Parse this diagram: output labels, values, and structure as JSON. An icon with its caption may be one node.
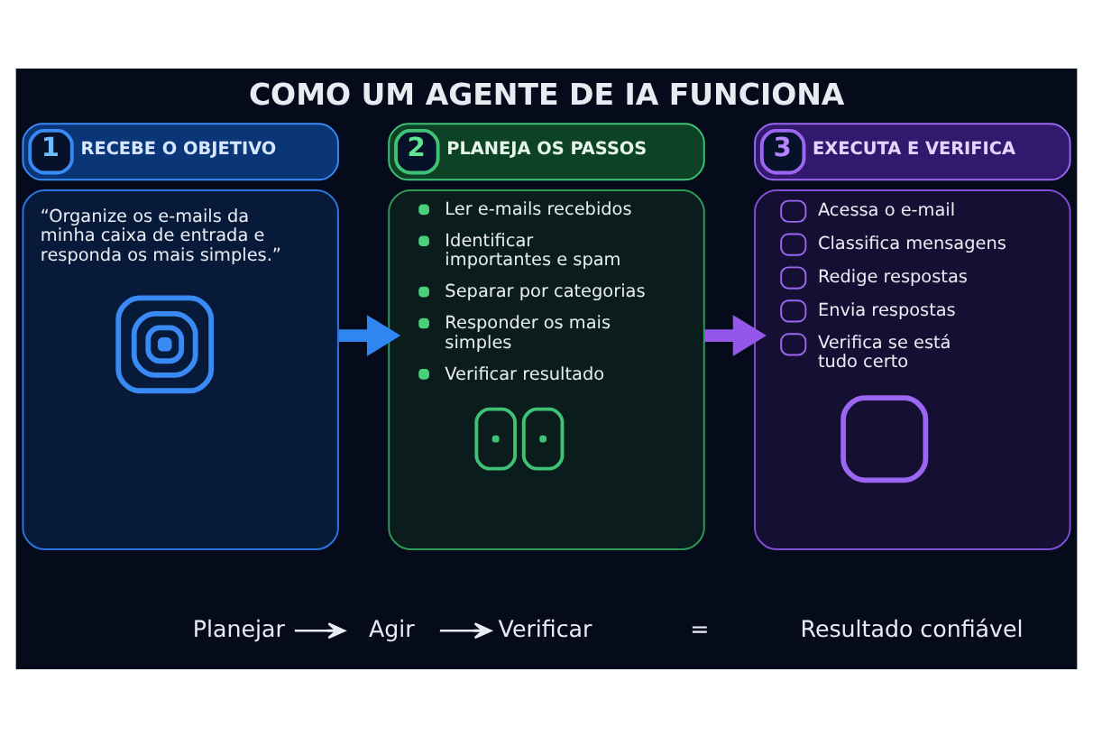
{
  "diagram": {
    "title": "COMO UM AGENTE DE IA FUNCIONA",
    "nodes": [
      {
        "text": [
          "1",
          "RECEBE O OBJETIVO",
          "“Organize os e-mails da minha caixa de entrada e responda os mais simples.”"
        ]
      },
      {
        "text": [
          "2",
          "PLANEJA OS PASSOS",
          "Ler e-mails recebidos",
          "Identificar importantes e spam",
          "Separar por categorias",
          "Responder os mais simples",
          "Verificar resultado"
        ]
      },
      {
        "text": [
          "3",
          "EXECUTA E VERIFICA",
          "Acessa o e-mail",
          "Classifica mensagens",
          "Redige respostas",
          "Envia respostas",
          "Verifica se está tudo certo"
        ]
      },
      {
        "text": [
          "Planejar"
        ]
      },
      {
        "text": [
          "Agir"
        ]
      },
      {
        "text": [
          "Verificar"
        ]
      }
    ],
    "edges": [
      {
        "from": 0,
        "to": 1,
        "arrow": "to",
        "style": "thick",
        "color": "#2f86f0"
      },
      {
        "from": 1,
        "to": 2,
        "arrow": "to",
        "style": "thick",
        "color": "#9457ea"
      },
      {
        "from": 3,
        "to": 4,
        "arrow": "to"
      },
      {
        "from": 4,
        "to": 5,
        "arrow": "to"
      }
    ],
    "labels": [
      "=",
      "Resultado confiável"
    ]
  }
}
